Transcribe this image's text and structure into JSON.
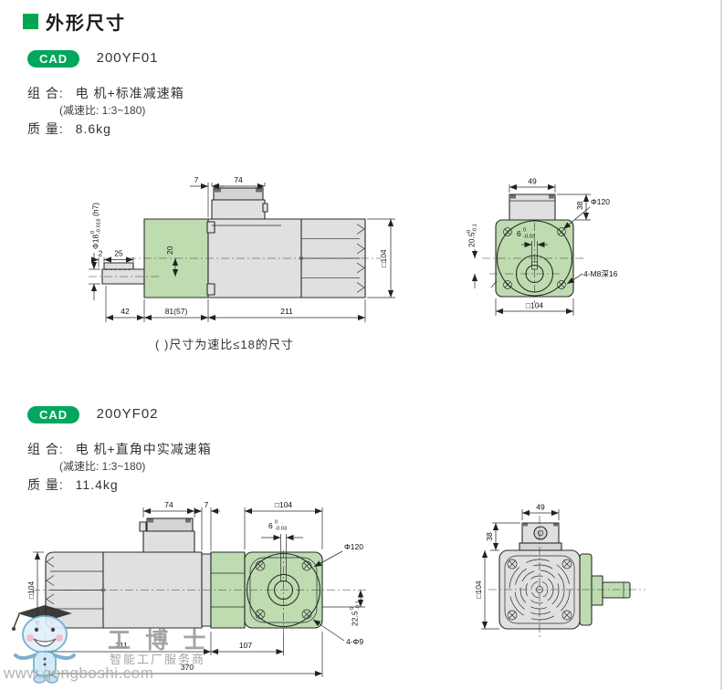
{
  "header": {
    "title": "外形尺寸"
  },
  "colors": {
    "accent": "#00a650",
    "drawing_green": "#bedcb0",
    "drawing_gray": "#e0e0e0"
  },
  "s1": {
    "badge": "CAD",
    "model": "200YF01",
    "combo_label": "组 合:",
    "combo_value": "电 机+标准减速箱",
    "ratio": "(减速比: 1:3~180)",
    "mass_label": "质 量:",
    "mass_value": "8.6kg",
    "note": "( )尺寸为速比≤18的尺寸",
    "side": {
      "d7": "7",
      "d74": "74",
      "d42": "42",
      "d81": "81(57)",
      "d211": "211",
      "d104": "□104",
      "d20": "20",
      "d2": "2",
      "d25": "25",
      "shaft": "Φ18",
      "shaft_tol_top": "0",
      "shaft_tol_bot": "-0.018",
      "shaft_fit": "(h7)"
    },
    "front": {
      "d49": "49",
      "d38": "38",
      "d104": "□104",
      "dia": "Φ120",
      "bolts": "4-M8深16",
      "key": "6",
      "key_tol_top": "0",
      "key_tol_bot": "-0.03",
      "off": "20.5",
      "off_tol_top": "0",
      "off_tol_bot": "-0.1"
    }
  },
  "s2": {
    "badge": "CAD",
    "model": "200YF02",
    "combo_label": "组 合:",
    "combo_value": "电 机+直角中实减速箱",
    "ratio": "(减速比: 1:3~180)",
    "mass_label": "质 量:",
    "mass_value": "11.4kg",
    "side": {
      "d74": "74",
      "d7": "7",
      "d104_top": "□104",
      "d104_left": "□104",
      "d211": "211",
      "d107": "107",
      "d370": "370",
      "key": "6",
      "key_tol_top": "0",
      "key_tol_bot": "-0.03",
      "dia": "Φ120",
      "off": "22.5",
      "off_tol_top": "0",
      "off_tol_bot": "-0.1",
      "bolts": "4-Φ9"
    },
    "back": {
      "d49": "49",
      "d38": "38",
      "d104": "□104"
    }
  },
  "watermark": {
    "name": "工 博 士",
    "subtitle": "智能工厂服务商",
    "url": "www.gongboshi.com"
  }
}
